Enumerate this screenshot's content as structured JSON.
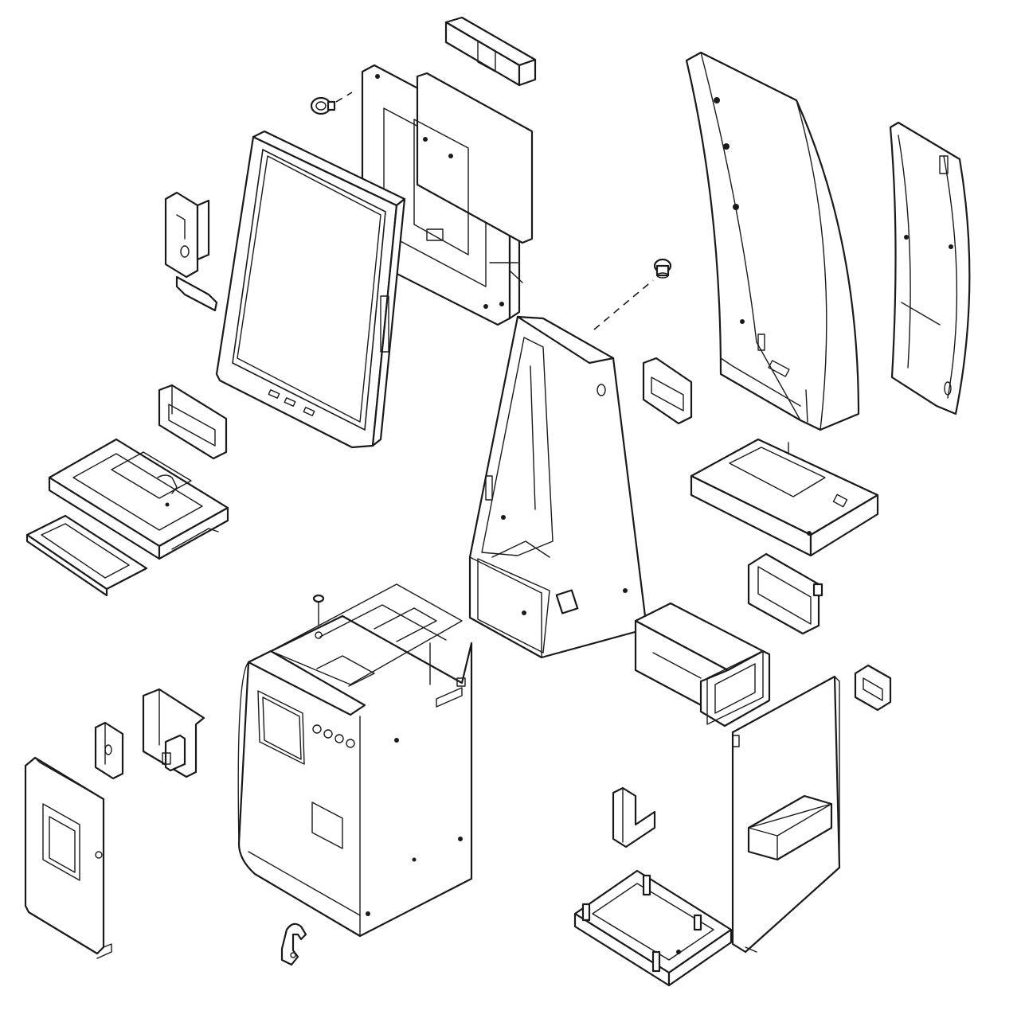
{
  "diagram": {
    "kind": "exploded-isometric-line-drawing",
    "colors": {
      "line": "#1a1a1a",
      "background": "#ffffff"
    },
    "parts": [
      "top-cap",
      "screw",
      "monitor-mounting-frame",
      "touchscreen-monitor",
      "side-bracket",
      "card-reader-bezel",
      "printer-tray",
      "printer-bezel-frame",
      "upper-housing",
      "access-panel-cover",
      "side-panel-left",
      "side-panel-right",
      "dispenser-bezel",
      "keyboard-shelf",
      "receipt-chute",
      "cash-dispenser",
      "small-bezel",
      "lower-cabinet",
      "front-door",
      "control-board",
      "door-hinge-bracket",
      "lock-hook",
      "rear-door",
      "l-bracket",
      "base-tray"
    ]
  }
}
